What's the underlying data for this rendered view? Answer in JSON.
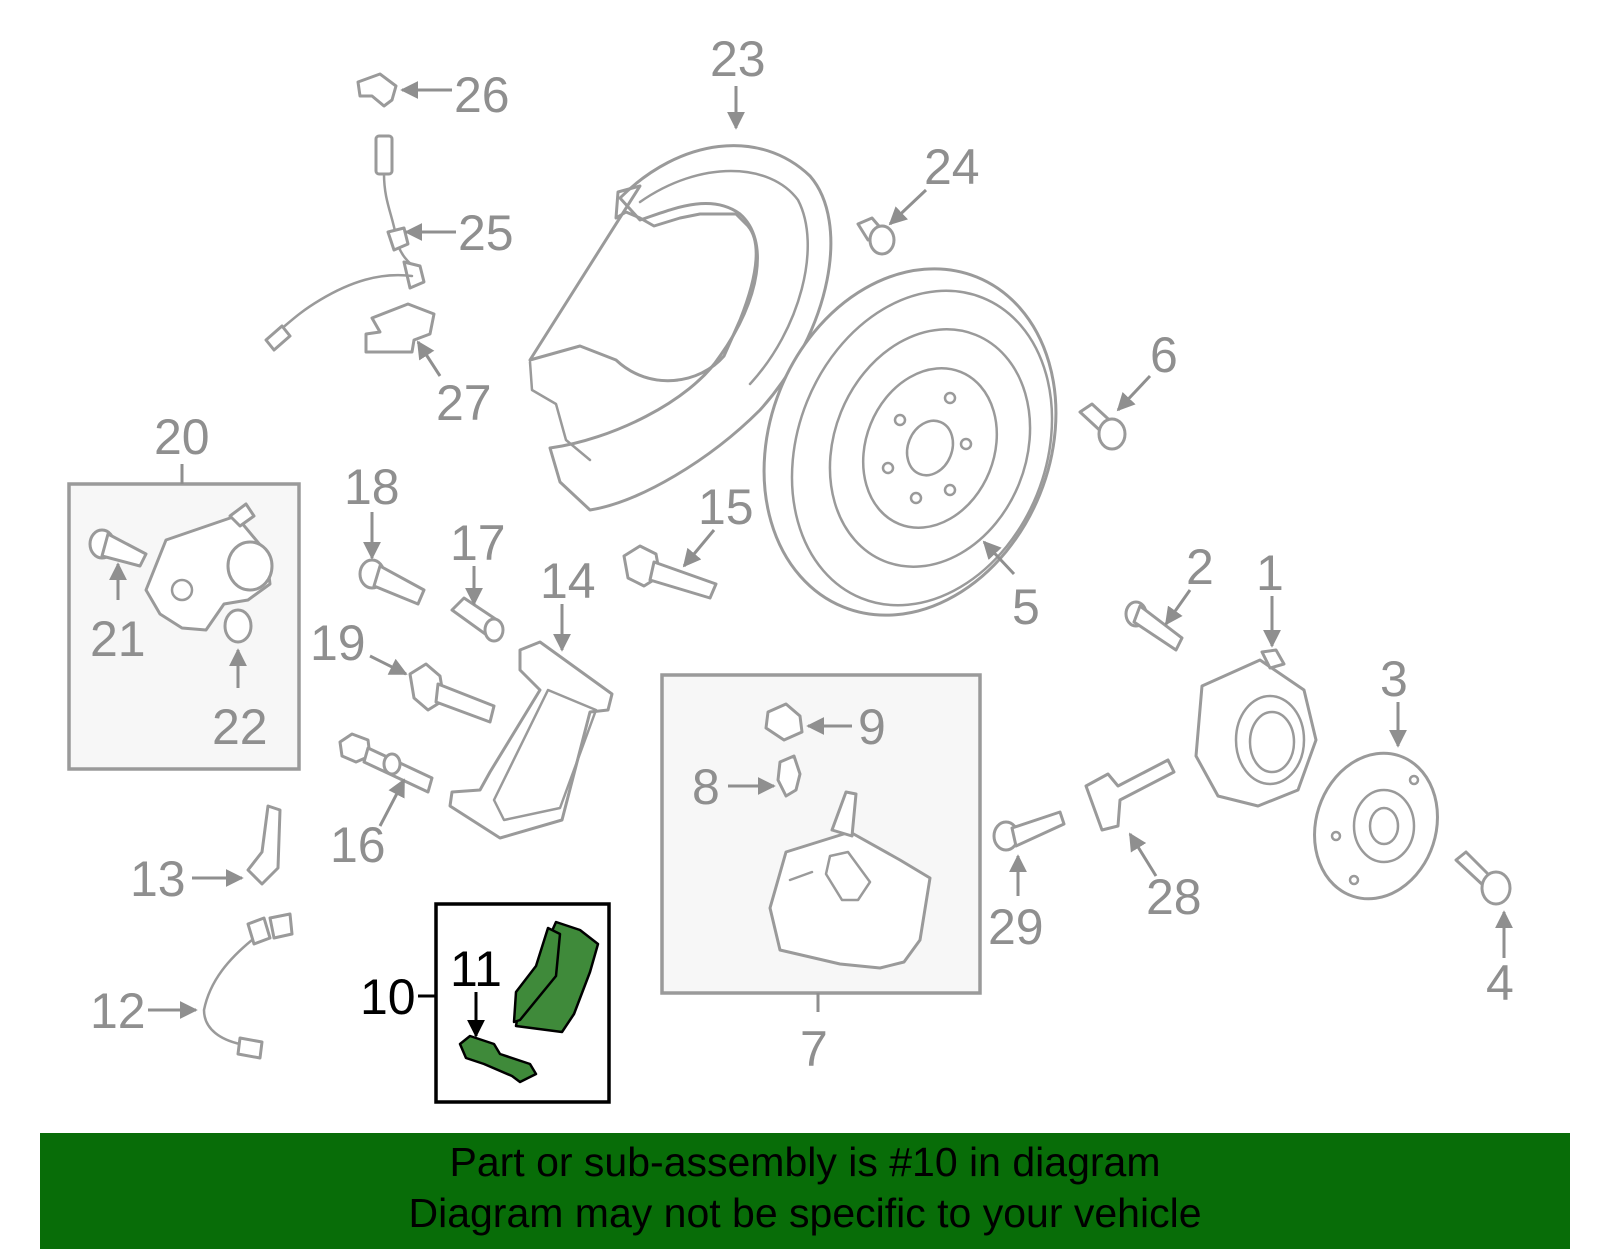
{
  "callouts": {
    "c1": "1",
    "c2": "2",
    "c3": "3",
    "c4": "4",
    "c5": "5",
    "c6": "6",
    "c7": "7",
    "c8": "8",
    "c9": "9",
    "c10": "10",
    "c11": "11",
    "c12": "12",
    "c13": "13",
    "c14": "14",
    "c15": "15",
    "c16": "16",
    "c17": "17",
    "c18": "18",
    "c19": "19",
    "c20": "20",
    "c21": "21",
    "c22": "22",
    "c23": "23",
    "c24": "24",
    "c25": "25",
    "c26": "26",
    "c27": "27",
    "c28": "28",
    "c29": "29"
  },
  "highlight": {
    "part_number": "10",
    "color": "#3f8a3a"
  },
  "banner": {
    "line1": "Part or sub-assembly is #10 in diagram",
    "line2": "Diagram may not be specific to your vehicle",
    "background": "#086d08"
  }
}
